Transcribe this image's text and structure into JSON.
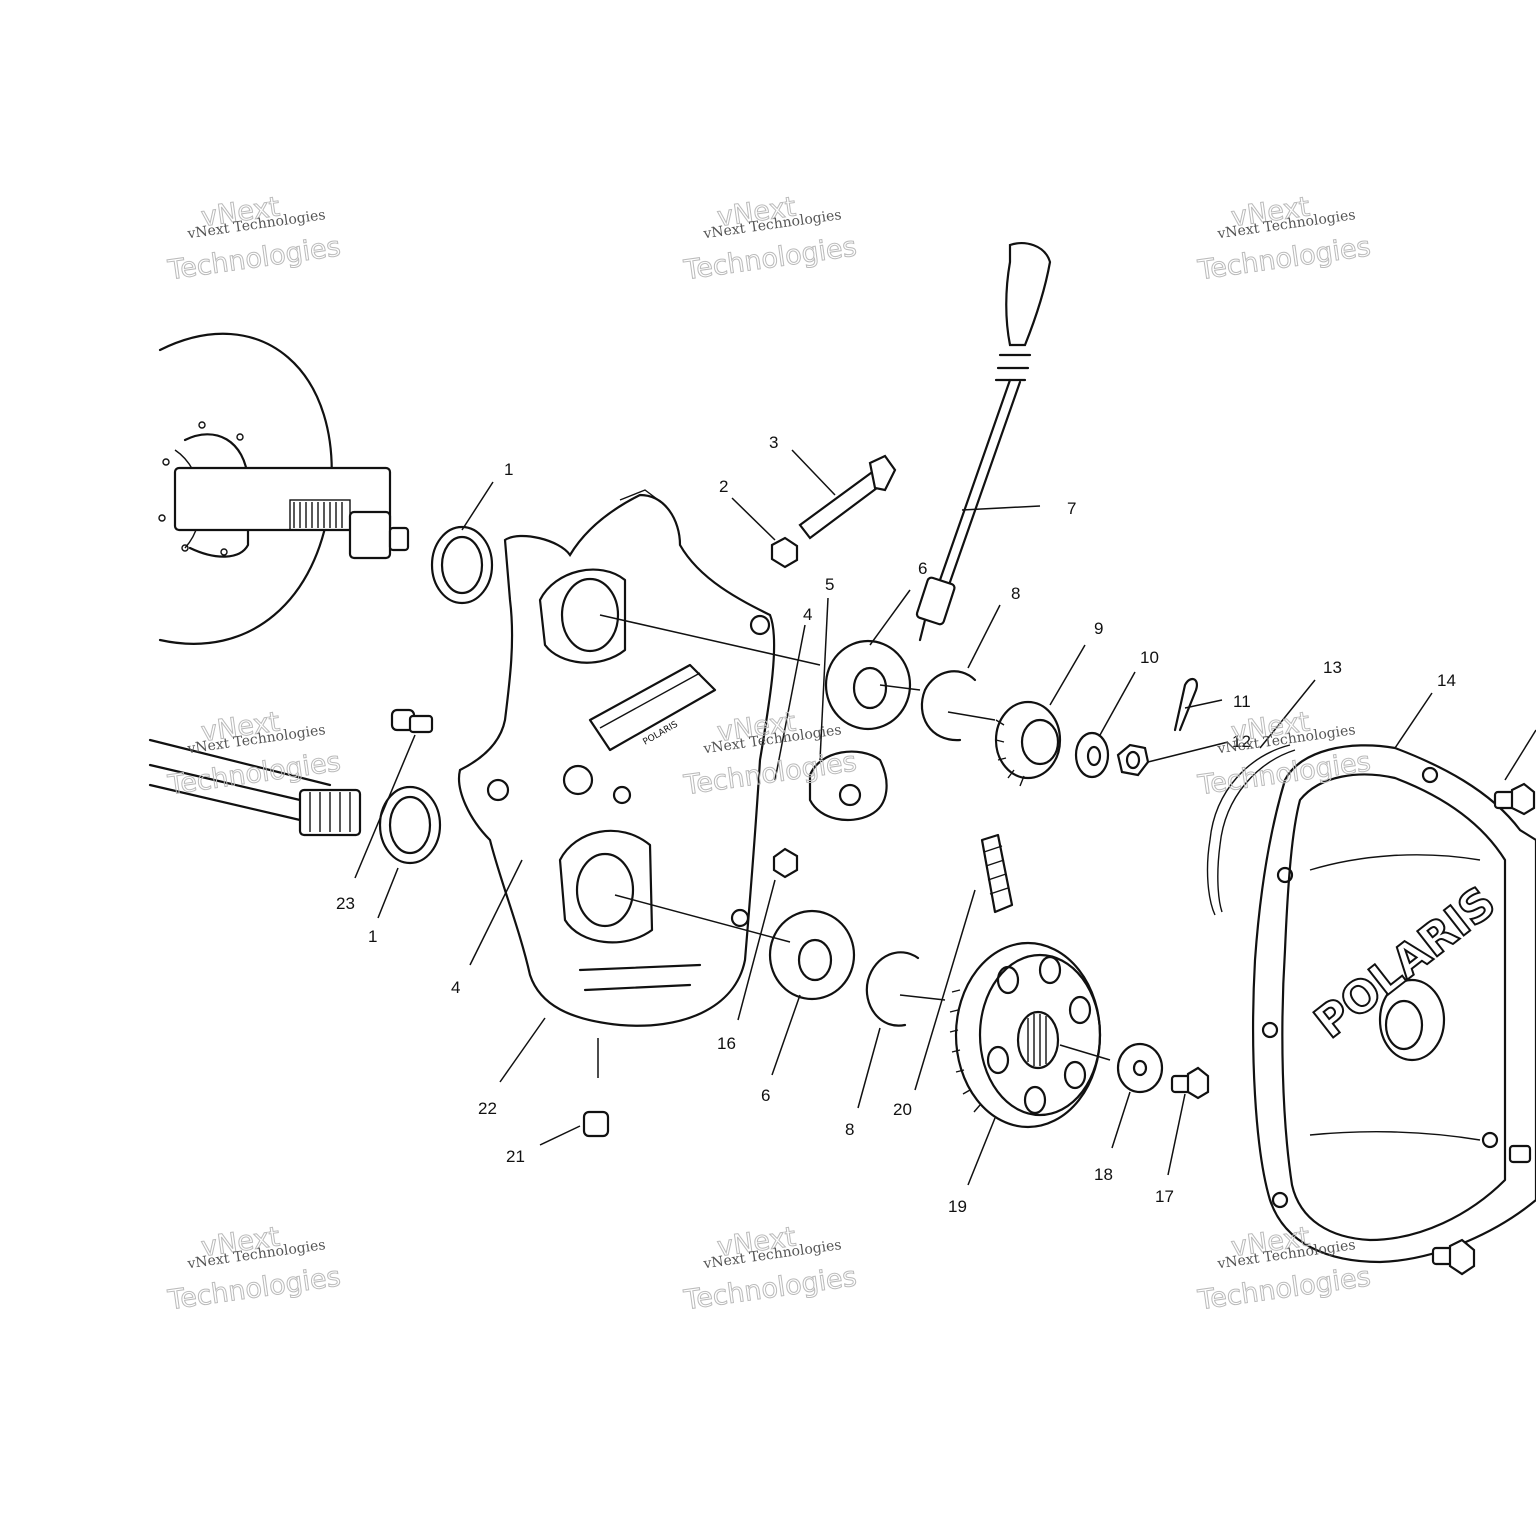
{
  "diagram": {
    "callouts": [
      {
        "id": "c1a",
        "text": "1"
      },
      {
        "id": "c1b",
        "text": "1"
      },
      {
        "id": "c2",
        "text": "2"
      },
      {
        "id": "c3",
        "text": "3"
      },
      {
        "id": "c4a",
        "text": "4"
      },
      {
        "id": "c4b",
        "text": "4"
      },
      {
        "id": "c5",
        "text": "5"
      },
      {
        "id": "c6a",
        "text": "6"
      },
      {
        "id": "c6b",
        "text": "6"
      },
      {
        "id": "c7",
        "text": "7"
      },
      {
        "id": "c8a",
        "text": "8"
      },
      {
        "id": "c8b",
        "text": "8"
      },
      {
        "id": "c9",
        "text": "9"
      },
      {
        "id": "c10",
        "text": "10"
      },
      {
        "id": "c11",
        "text": "11"
      },
      {
        "id": "c12",
        "text": "12"
      },
      {
        "id": "c13",
        "text": "13"
      },
      {
        "id": "c14",
        "text": "14"
      },
      {
        "id": "c16",
        "text": "16"
      },
      {
        "id": "c17",
        "text": "17"
      },
      {
        "id": "c18",
        "text": "18"
      },
      {
        "id": "c19",
        "text": "19"
      },
      {
        "id": "c20",
        "text": "20"
      },
      {
        "id": "c21",
        "text": "21"
      },
      {
        "id": "c22",
        "text": "22"
      },
      {
        "id": "c23",
        "text": "23"
      }
    ],
    "brand_text": "POLARIS",
    "housing_stamp": "POLARIS",
    "watermark": {
      "line_small": "vNext Technologies",
      "line_big_1": "vNext",
      "line_big_2": "Technologies"
    }
  }
}
